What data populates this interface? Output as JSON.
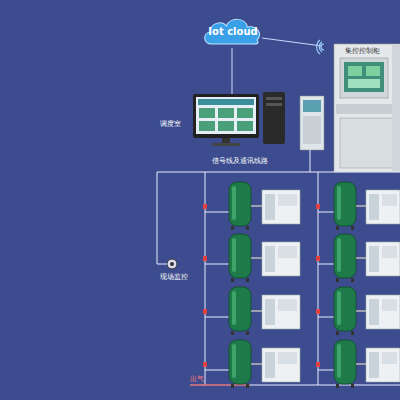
{
  "diagram": {
    "nodes": [
      {
        "text": [
          "Iot cloud"
        ]
      }
    ],
    "labels": [
      "调度室",
      "信号线及通讯线路",
      "集控控制柜",
      "现场监控",
      "出气"
    ]
  }
}
